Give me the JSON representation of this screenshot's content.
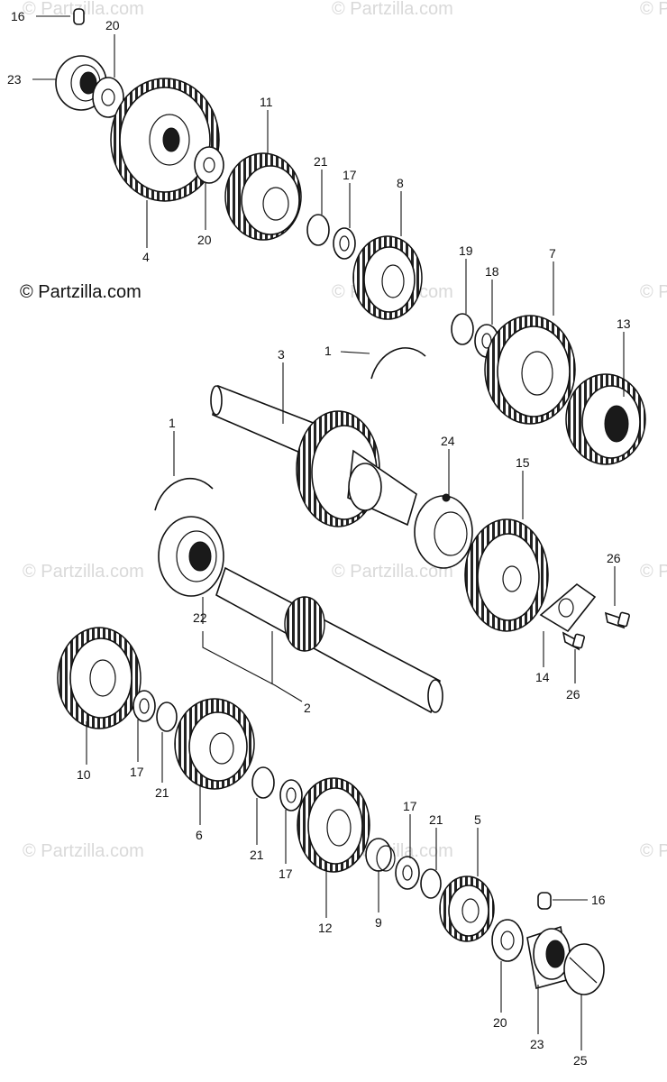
{
  "watermark": {
    "text": "© Partzilla.com"
  },
  "copyright": {
    "text": "© Partzilla.com"
  },
  "callouts": [
    {
      "id": "c16a",
      "text": "16"
    },
    {
      "id": "c20a",
      "text": "20"
    },
    {
      "id": "c23a",
      "text": "23"
    },
    {
      "id": "c4",
      "text": "4"
    },
    {
      "id": "c11",
      "text": "11"
    },
    {
      "id": "c20b",
      "text": "20"
    },
    {
      "id": "c21a",
      "text": "21"
    },
    {
      "id": "c17a",
      "text": "17"
    },
    {
      "id": "c8",
      "text": "8"
    },
    {
      "id": "c19",
      "text": "19"
    },
    {
      "id": "c18",
      "text": "18"
    },
    {
      "id": "c7",
      "text": "7"
    },
    {
      "id": "c13",
      "text": "13"
    },
    {
      "id": "c1a",
      "text": "1"
    },
    {
      "id": "c3",
      "text": "3"
    },
    {
      "id": "c1b",
      "text": "1"
    },
    {
      "id": "c24",
      "text": "24"
    },
    {
      "id": "c15",
      "text": "15"
    },
    {
      "id": "c26a",
      "text": "26"
    },
    {
      "id": "c22",
      "text": "22"
    },
    {
      "id": "c2",
      "text": "2"
    },
    {
      "id": "c14",
      "text": "14"
    },
    {
      "id": "c26b",
      "text": "26"
    },
    {
      "id": "c10",
      "text": "10"
    },
    {
      "id": "c17b",
      "text": "17"
    },
    {
      "id": "c21b",
      "text": "21"
    },
    {
      "id": "c6",
      "text": "6"
    },
    {
      "id": "c21c",
      "text": "21"
    },
    {
      "id": "c17c",
      "text": "17"
    },
    {
      "id": "c12",
      "text": "12"
    },
    {
      "id": "c9",
      "text": "9"
    },
    {
      "id": "c17d",
      "text": "17"
    },
    {
      "id": "c21d",
      "text": "21"
    },
    {
      "id": "c5",
      "text": "5"
    },
    {
      "id": "c16b",
      "text": "16"
    },
    {
      "id": "c20c",
      "text": "20"
    },
    {
      "id": "c23b",
      "text": "23"
    },
    {
      "id": "c25",
      "text": "25"
    }
  ]
}
